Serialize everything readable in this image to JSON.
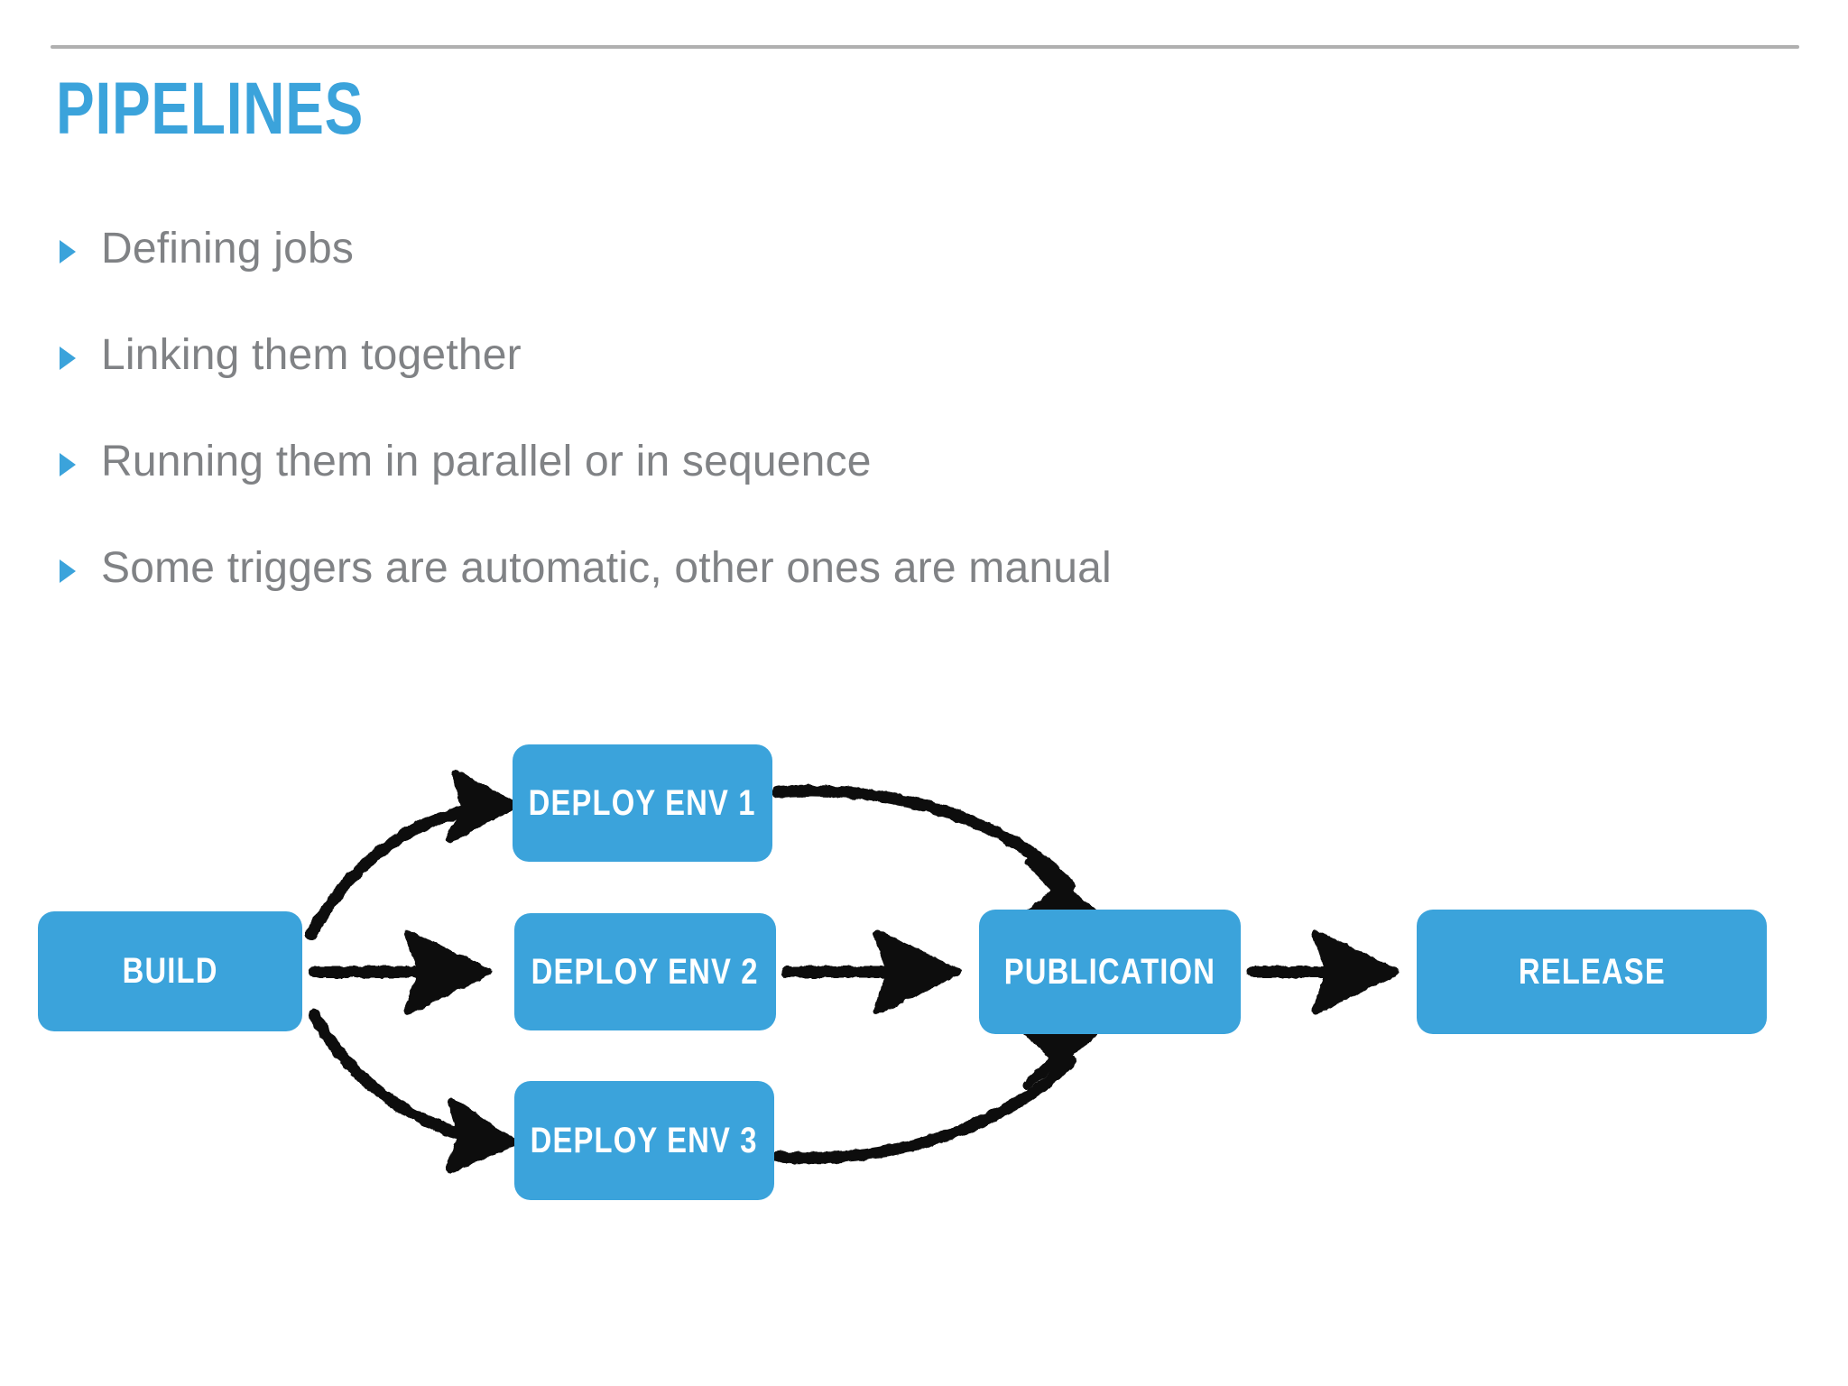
{
  "slide": {
    "title": "PIPELINES",
    "accent_color": "#3ba3db",
    "text_color": "#808285",
    "rule_color": "#b0b0b0",
    "background": "#ffffff"
  },
  "bullets": [
    {
      "marker": "triangle-right-icon",
      "text": "Defining jobs"
    },
    {
      "marker": "triangle-right-icon",
      "text": "Linking them together"
    },
    {
      "marker": "triangle-right-icon",
      "text": "Running them in parallel or in sequence"
    },
    {
      "marker": "triangle-right-icon",
      "text": "Some triggers are automatic, other ones are manual"
    }
  ],
  "diagram": {
    "type": "flow",
    "node_fill": "#3ba3db",
    "node_text_color": "#ffffff",
    "arrow_color": "#111111",
    "arrow_style": "hand-drawn",
    "nodes": [
      {
        "id": "build",
        "label": "BUILD"
      },
      {
        "id": "deploy_env_1",
        "label": "DEPLOY ENV 1"
      },
      {
        "id": "deploy_env_2",
        "label": "DEPLOY ENV 2"
      },
      {
        "id": "deploy_env_3",
        "label": "DEPLOY ENV 3"
      },
      {
        "id": "publication",
        "label": "PUBLICATION"
      },
      {
        "id": "release",
        "label": "RELEASE"
      }
    ],
    "edges": [
      {
        "from": "build",
        "to": "deploy_env_1",
        "shape": "curve-up"
      },
      {
        "from": "build",
        "to": "deploy_env_2",
        "shape": "straight"
      },
      {
        "from": "build",
        "to": "deploy_env_3",
        "shape": "curve-down"
      },
      {
        "from": "deploy_env_1",
        "to": "publication",
        "shape": "curve-down"
      },
      {
        "from": "deploy_env_2",
        "to": "publication",
        "shape": "straight"
      },
      {
        "from": "deploy_env_3",
        "to": "publication",
        "shape": "curve-up"
      },
      {
        "from": "publication",
        "to": "release",
        "shape": "straight"
      }
    ]
  }
}
